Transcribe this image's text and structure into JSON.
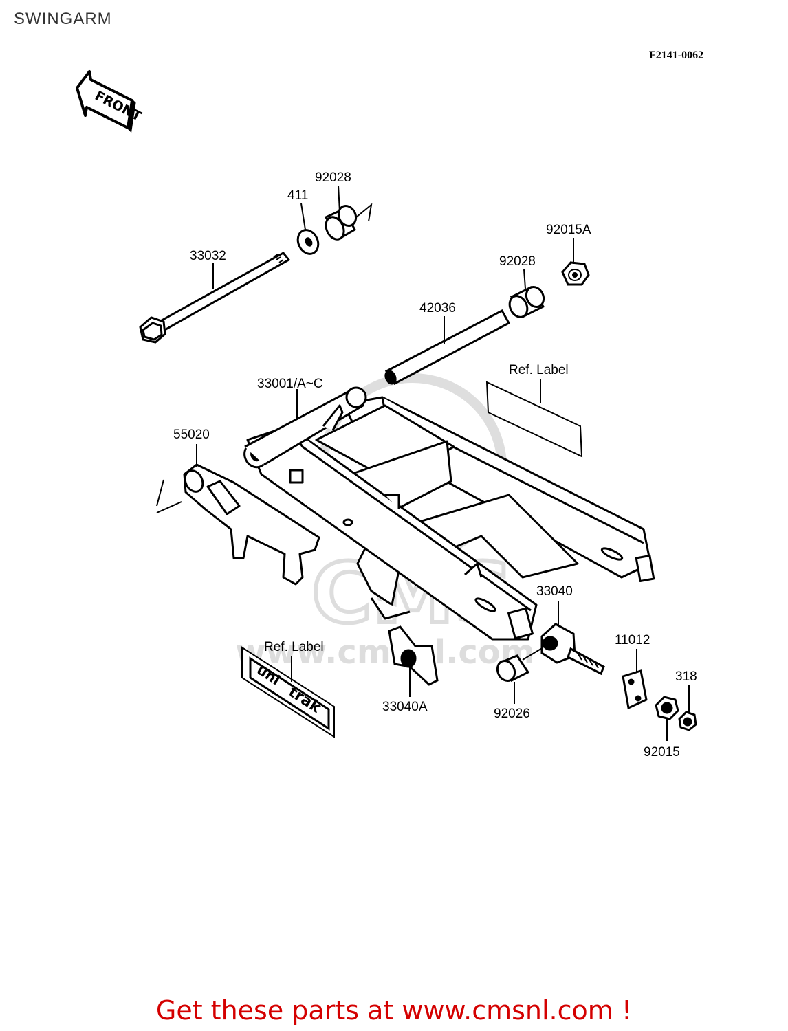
{
  "page": {
    "title": "SWINGARM",
    "figure_code": "F2141-0062"
  },
  "labels": {
    "front_arrow": "FRONT",
    "p92028_top": "92028",
    "p411": "411",
    "p33032": "33032",
    "p92015A": "92015A",
    "p92028_right": "92028",
    "p42036": "42036",
    "ref_label_top": "Ref. Label",
    "p33001": "33001/A~C",
    "p55020": "55020",
    "p33040": "33040",
    "p11012": "11012",
    "p318": "318",
    "ref_label_bottom": "Ref. Label",
    "p33040A": "33040A",
    "p92026": "92026",
    "p92015": "92015",
    "decal_text_1": "uni",
    "decal_text_2": "trak"
  },
  "watermark": {
    "text": "www.cmsnl.com",
    "logo": "CMS"
  },
  "banner": {
    "text": "Get these parts at www.cmsnl.com !",
    "color": "#d40000"
  }
}
